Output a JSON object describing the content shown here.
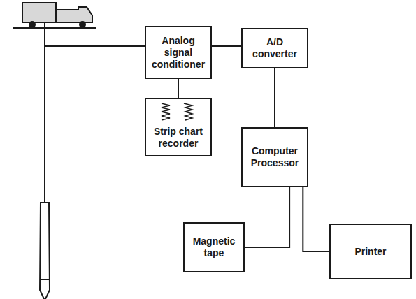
{
  "diagram": {
    "nodes": [
      {
        "text": [
          "Analog signal conditioner"
        ]
      },
      {
        "text": [
          "A/D converter"
        ]
      },
      {
        "text": [
          "Strip chart recorder"
        ]
      },
      {
        "text": [
          "Computer Processor"
        ]
      },
      {
        "text": [
          "Magnetic tape"
        ]
      },
      {
        "text": [
          "Printer"
        ]
      }
    ],
    "edges": [
      {
        "from": 0,
        "to": 1,
        "arrow": "none"
      },
      {
        "from": 0,
        "to": 2,
        "arrow": "none"
      },
      {
        "from": 1,
        "to": 3,
        "arrow": "none"
      },
      {
        "from": 3,
        "to": 4,
        "arrow": "none"
      },
      {
        "from": 3,
        "to": 5,
        "arrow": "none"
      }
    ]
  }
}
